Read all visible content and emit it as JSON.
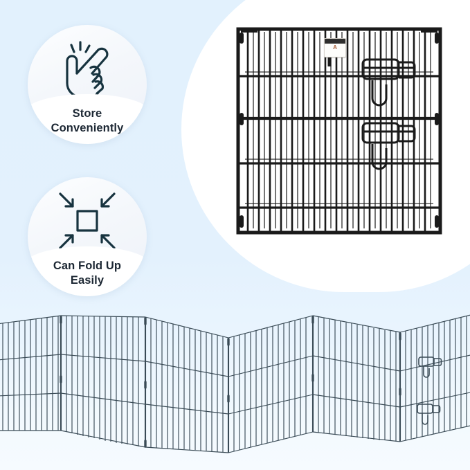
{
  "background": {
    "top_color": "#e2f1fd",
    "bottom_color": "#f6fbff",
    "hero_shape_color": "#ffffff"
  },
  "features": [
    {
      "id": "store-conveniently",
      "icon": "pointing-hand-click-icon",
      "caption": "Store\nConveniently",
      "caption_color": "#1c2733"
    },
    {
      "id": "can-fold-up-easily",
      "icon": "fold-inward-arrows-icon",
      "caption": "Can Fold Up\nEasily",
      "caption_color": "#1c2733"
    }
  ],
  "product": {
    "hero_image_name": "folded-wire-playpen-panel",
    "wire_color": "#1a1a1a",
    "hang_tag": {
      "logo_text": "A",
      "bar_color": "#2e2e2e",
      "logo_color": "#a9603c"
    },
    "fence_image_name": "zigzag-folded-playpen-panels",
    "fence_wire_color": "#2b3b45"
  }
}
